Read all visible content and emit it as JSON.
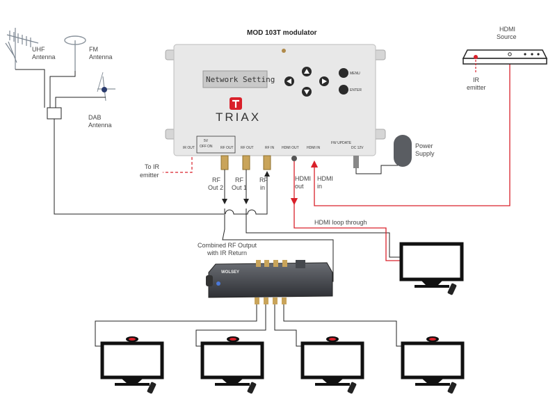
{
  "title": "MOD 103T modulator",
  "brand": "TRIAX",
  "lcd_text": "Network Setting",
  "antennas": {
    "uhf": [
      "UHF",
      "Antenna"
    ],
    "fm": [
      "FM",
      "Antenna"
    ],
    "dab": [
      "DAB",
      "Antenna"
    ]
  },
  "device_buttons": {
    "menu": "MENU",
    "enter": "ENTER"
  },
  "ports": {
    "ir_out": "IR OUT",
    "rf_out": "RF OUT",
    "rf_out2": "RF OUT",
    "rf_in": "RF IN",
    "hdmi_out": "HDMI OUT",
    "hdmi_in": "HDMI IN",
    "fw_update": "FW UPDATE",
    "dc": "DC 12V",
    "bias_label": "5V",
    "bias_off": "OFF",
    "bias_on": "ON"
  },
  "labels": {
    "to_ir_emitter": [
      "To IR",
      "emitter"
    ],
    "rf_out2": [
      "RF",
      "Out 2"
    ],
    "rf_out1": [
      "RF",
      "Out 1"
    ],
    "rf_in": [
      "RF",
      "in"
    ],
    "hdmi_out": [
      "HDMI",
      "out"
    ],
    "hdmi_in": [
      "HDMI",
      "in"
    ],
    "hdmi_source": [
      "HDMI",
      "Source"
    ],
    "ir_emitter": [
      "IR",
      "emitter"
    ],
    "power_supply": [
      "Power",
      "Supply"
    ],
    "hdmi_loop": "HDMI loop through",
    "combined_rf": [
      "Combined RF Output",
      "with IR Return"
    ]
  },
  "amplifier_brand": "WOLSEY",
  "colors": {
    "hdmi_cable": "#d9202a",
    "coax": "#222222",
    "device_body": "#e8e8e8",
    "triax_red": "#d9202a"
  }
}
